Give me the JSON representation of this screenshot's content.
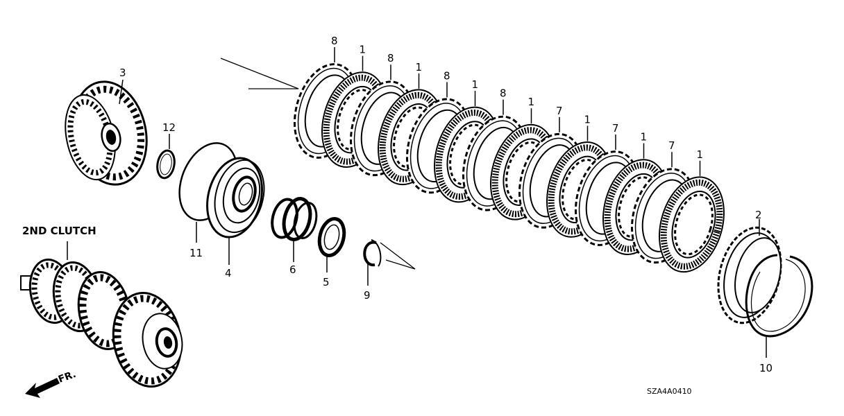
{
  "diagram": {
    "title": "2ND CLUTCH",
    "drawing_code": "SZA4A0410",
    "front_label": "FR.",
    "callouts": {
      "c3": "3",
      "c12": "12",
      "c11": "11",
      "c4": "4",
      "c6": "6",
      "c5": "5",
      "c9": "9",
      "c2": "2",
      "c10": "10",
      "s1": "8",
      "s2": "1",
      "s3": "8",
      "s4": "1",
      "s5": "8",
      "s6": "1",
      "s7": "8",
      "s8": "1",
      "s9": "7",
      "s10": "1",
      "s11": "7",
      "s12": "1",
      "s13": "7",
      "s14": "1"
    }
  }
}
